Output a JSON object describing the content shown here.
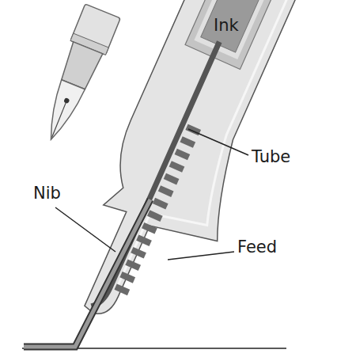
{
  "diagram": {
    "labels": [
      "Ink",
      "Tube",
      "Nib",
      "Feed"
    ]
  }
}
